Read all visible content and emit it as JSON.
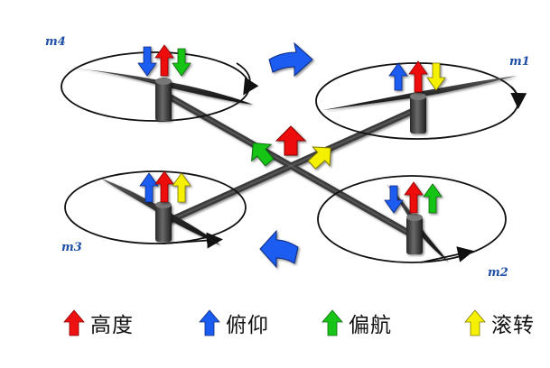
{
  "motors": [
    {
      "id": "m1",
      "label": "m1"
    },
    {
      "id": "m2",
      "label": "m2"
    },
    {
      "id": "m3",
      "label": "m3"
    },
    {
      "id": "m4",
      "label": "m4"
    }
  ],
  "legend": [
    {
      "key": "altitude",
      "label": "高度",
      "color": "#ee1111"
    },
    {
      "key": "pitch",
      "label": "俯仰",
      "color": "#1a5cf0"
    },
    {
      "key": "yaw",
      "label": "偏航",
      "color": "#19c419"
    },
    {
      "key": "roll",
      "label": "滚转",
      "color": "#f4f000"
    }
  ],
  "colors": {
    "rotation_arrow": "#1a5cf0",
    "frame": "#3a3a3a",
    "orbit": "#111111",
    "motor_label": "#1f4fa6"
  },
  "icons": [
    "curved-rotation-arrow-icon",
    "up-arrow-icon",
    "down-arrow-icon"
  ]
}
